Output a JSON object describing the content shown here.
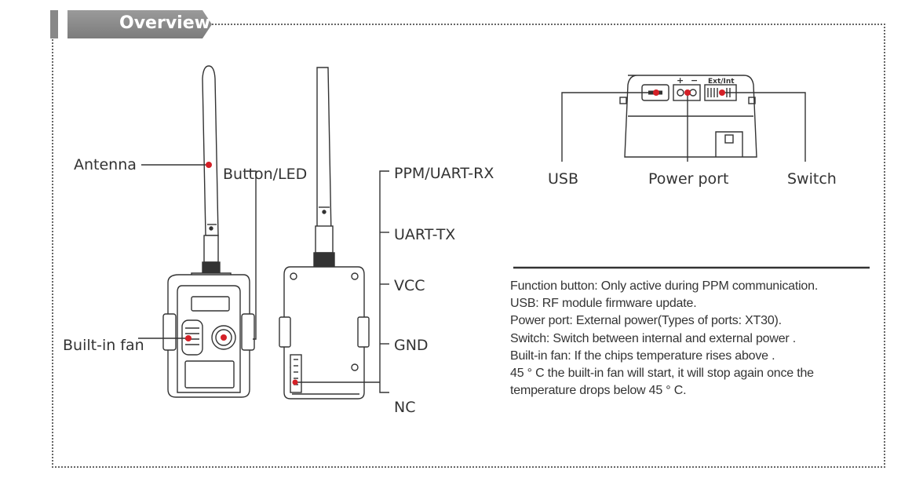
{
  "section": {
    "title": "Overview"
  },
  "labels": {
    "antenna": "Antenna",
    "button_led": "Button/LED",
    "built_in_fan": "Built-in fan",
    "ppm_uart_rx": "PPM/UART-RX",
    "uart_tx": "UART-TX",
    "vcc": "VCC",
    "gnd": "GND",
    "nc": "NC",
    "usb": "USB",
    "power_port": "Power port",
    "switch": "Switch",
    "port_plus": "+",
    "port_minus": "−",
    "switch_mark": "Ext/Int"
  },
  "description": [
    "Function button: Only active during PPM communication.",
    "USB: RF module firmware update.",
    "Power port: External power(Types of ports: XT30).",
    "Switch: Switch between internal and external power .",
    "Built-in fan: If the chips temperature rises above .",
    "45 ° C the built-in fan will start, it will stop again once the",
    "temperature drops below 45 ° C."
  ],
  "colors": {
    "marker": "#d42027",
    "line": "#333333",
    "tab": "#8a8a8a"
  }
}
